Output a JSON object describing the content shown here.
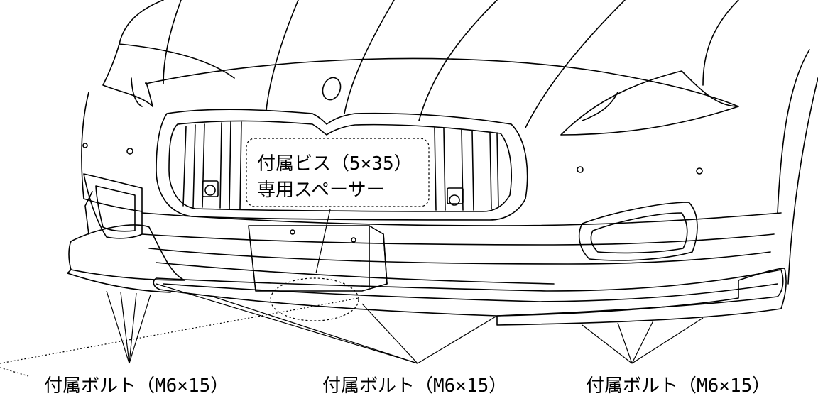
{
  "diagram": {
    "callout_box": {
      "line1": "付属ビス（5×35）",
      "line2": "専用スペーサー"
    },
    "bolt_labels": [
      "付属ボルト（M6×15）",
      "付属ボルト（M6×15）",
      "付属ボルト（M6×15）"
    ]
  },
  "colors": {
    "line": "#000000",
    "background": "#ffffff"
  }
}
